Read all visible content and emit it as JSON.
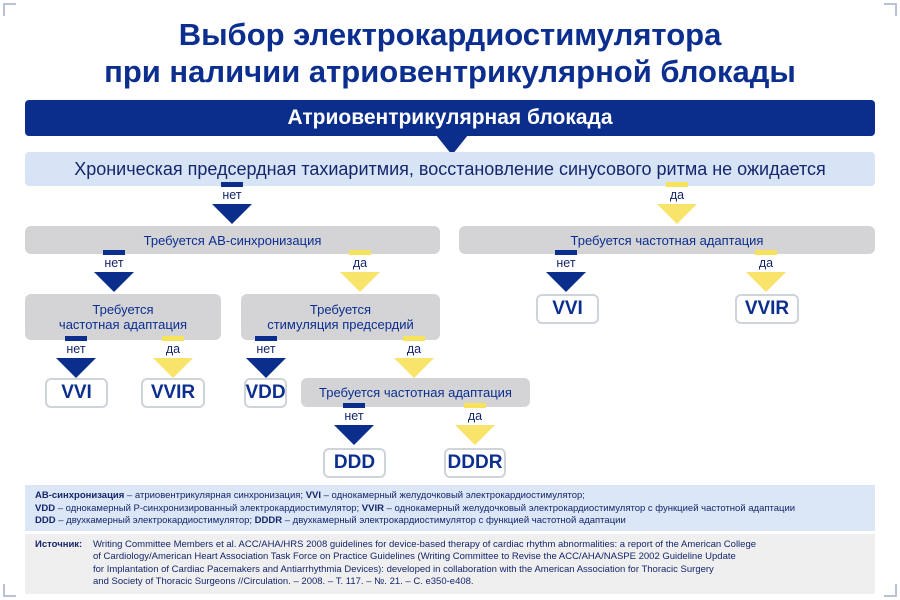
{
  "title": {
    "line1": "Выбор электрокардиостимулятора",
    "line2": "при наличии атриовентрикулярной блокады"
  },
  "banner": "Атриовентрикулярная блокада",
  "question_main": "Хроническая предсердная тахиаритмия, восстановление синусового ритма не ожидается",
  "answers": {
    "no": "нет",
    "yes": "да"
  },
  "nodes": {
    "av_sync": "Требуется АВ-синхронизация",
    "rate_adapt_right": "Требуется частотная адаптация",
    "rate_adapt_left": {
      "line1": "Требуется",
      "line2": "частотная адаптация"
    },
    "atrial_pacing": {
      "line1": "Требуется",
      "line2": "стимуляция предсердий"
    },
    "rate_adapt_bottom": "Требуется частотная адаптация"
  },
  "results": {
    "vvi_right": "VVI",
    "vvir_right": "VVIR",
    "vvi_left": "VVI",
    "vvir_left": "VVIR",
    "vdd": "VDD",
    "ddd": "DDD",
    "dddr": "DDDR"
  },
  "legend": {
    "row1": [
      {
        "term": "АВ-синхронизация",
        "def": " – атриовентрикулярная синхронизация; "
      },
      {
        "term": "VVI",
        "def": " – однокамерный желудочковый электрокардиостимулятор;"
      }
    ],
    "row2": [
      {
        "term": "VDD",
        "def": " – однокамерный P-синхронизированный электрокардиостимулятор; "
      },
      {
        "term": "VVIR",
        "def": " – однокамерный желудочковый электрокардиостимулятор с функцией частотной адаптации"
      }
    ],
    "row3": [
      {
        "term": "DDD",
        "def": " – двухкамерный электрокардиостимулятор; "
      },
      {
        "term": "DDDR",
        "def": " – двухкамерный электрокардиостимулятор с функцией частотной адаптации"
      }
    ]
  },
  "source": {
    "label": "Источник:",
    "lines": [
      "Writing Committee Members et al. ACC/AHA/HRS 2008 guidelines for device-based therapy of cardiac rhythm abnormalities: a report of the American College",
      "of Cardiology/American Heart Association Task Force on Practice Guidelines (Writing Committee to Revise the ACC/AHA/NASPE 2002 Guideline Update",
      "for Implantation of Cardiac Pacemakers and Antiarrhythmia Devices): developed in collaboration with the American Association for Thoracic Surgery",
      "and Society of Thoracic Surgeons //Circulation. – 2008. – Т. 117. – №. 21. – С. e350-e408."
    ]
  },
  "colors": {
    "dark_blue": "#0b2d8c",
    "yellow": "#f8e46a",
    "light_blue": "#d7e4f6",
    "grey": "#d4d4d6"
  }
}
